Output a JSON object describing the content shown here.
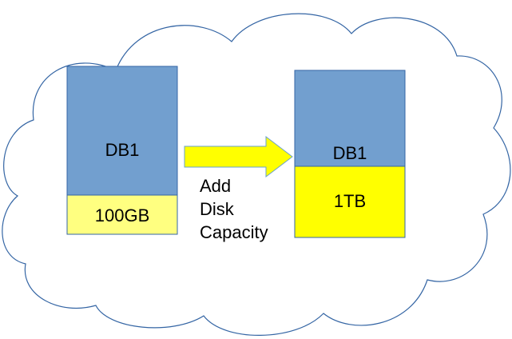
{
  "diagram": {
    "before": {
      "db_label": "DB1",
      "disk_label": "100GB"
    },
    "after": {
      "db_label": "DB1",
      "disk_label": "1TB"
    },
    "action": {
      "line1": "Add",
      "line2": "Disk",
      "line3": "Capacity"
    }
  },
  "colors": {
    "db_fill": "#729fcf",
    "disk_fill": "#ffff00",
    "disk_fill_small": "#ffff80",
    "cloud_stroke": "#3465a4",
    "arrow_fill": "#ffff00",
    "arrow_stroke": "#6aa0d0"
  }
}
